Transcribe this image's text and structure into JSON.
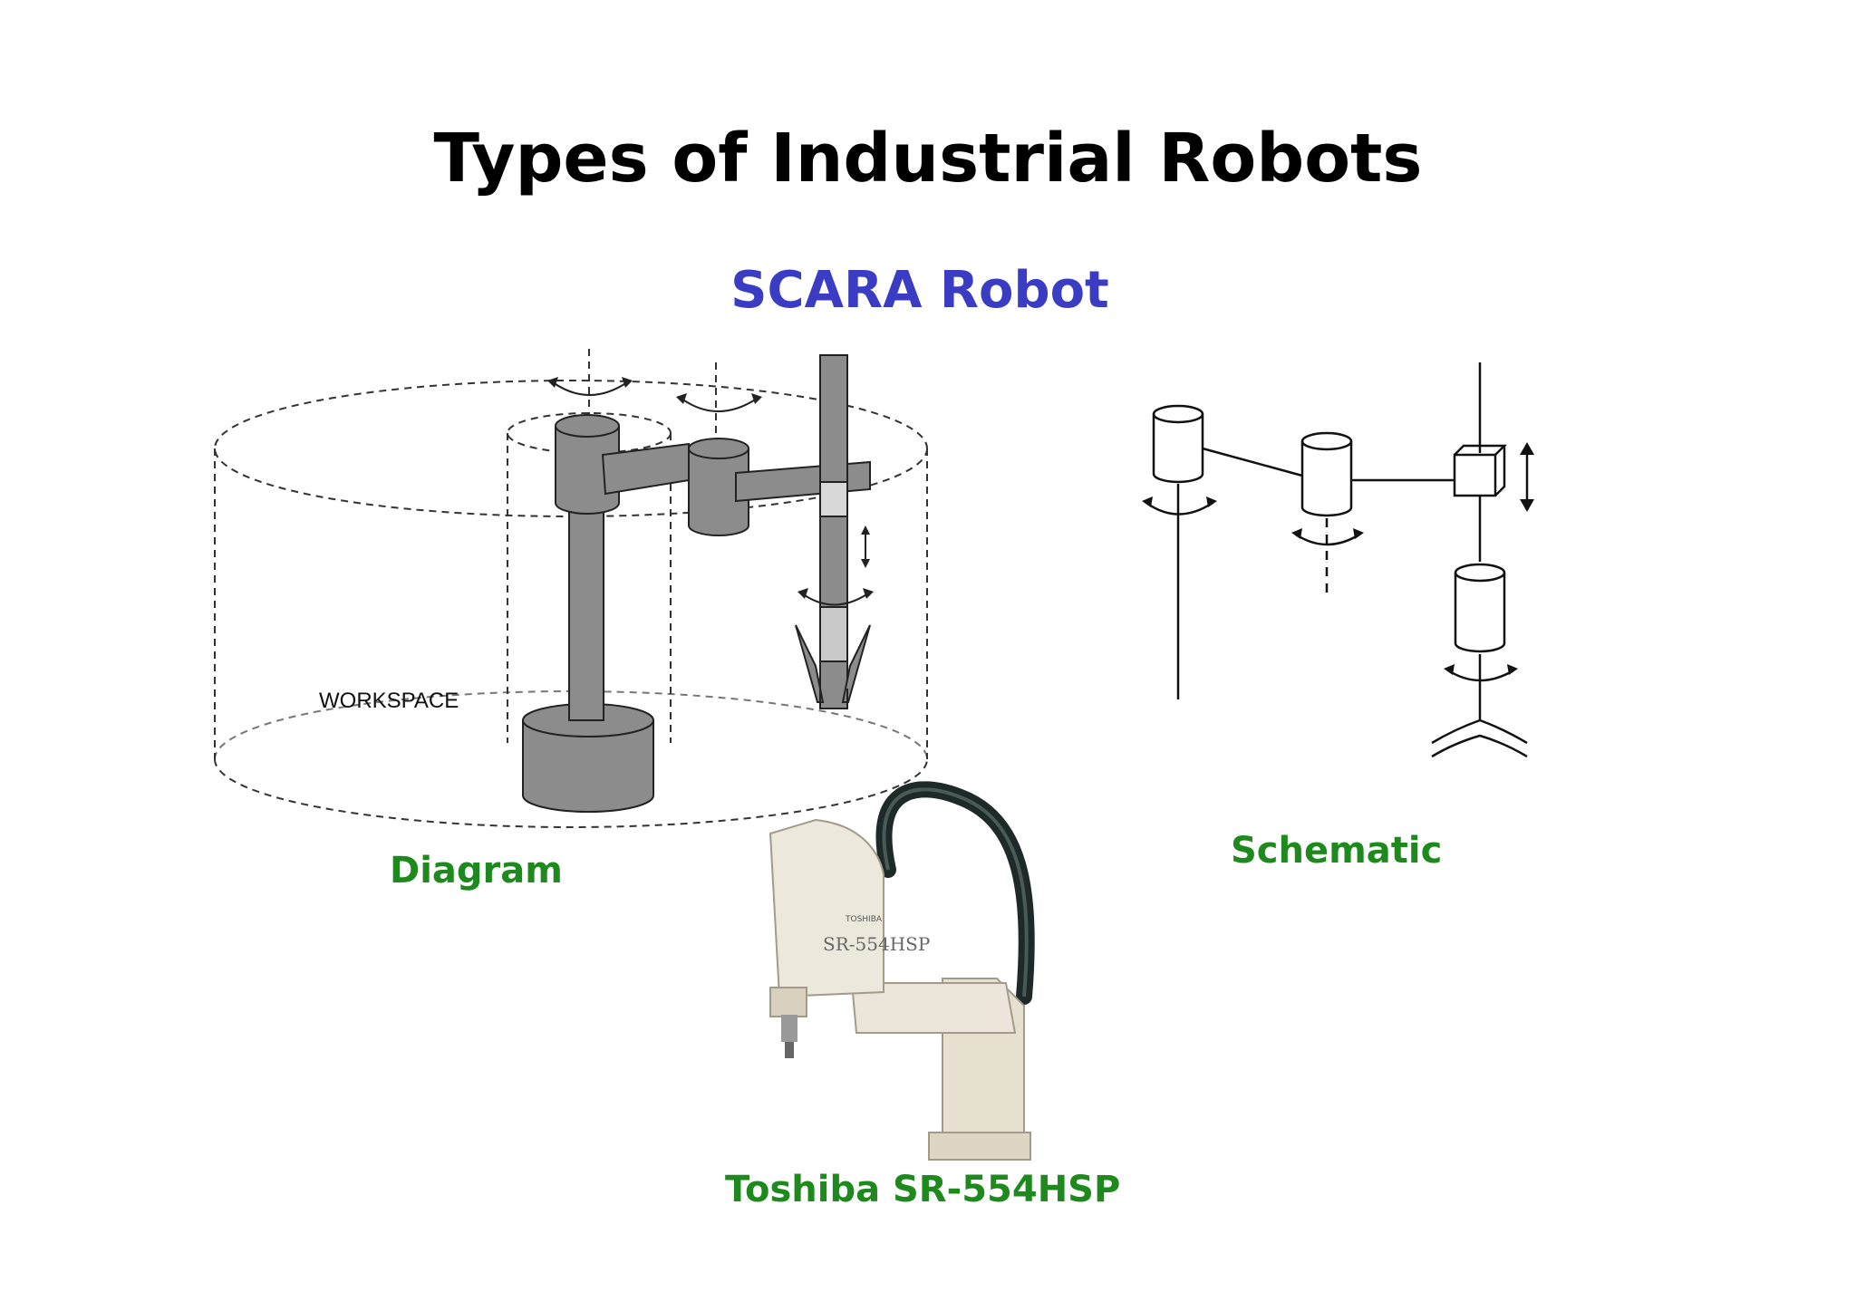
{
  "slide": {
    "title": "Types of Industrial Robots",
    "subtitle": "SCARA Robot"
  },
  "diagram": {
    "workspace_label": "WORKSPACE",
    "caption": "Diagram"
  },
  "schematic": {
    "caption": "Schematic"
  },
  "photo": {
    "brand_text": "TOSHIBA",
    "model_text": "SR-554HSP",
    "caption": "Toshiba SR-554HSP"
  },
  "colors": {
    "title": "#000000",
    "subtitle": "#3a3dc4",
    "caption": "#1e8a1e",
    "robot_gray": "#8c8c8c",
    "robot_cream": "#e9e4d7"
  }
}
